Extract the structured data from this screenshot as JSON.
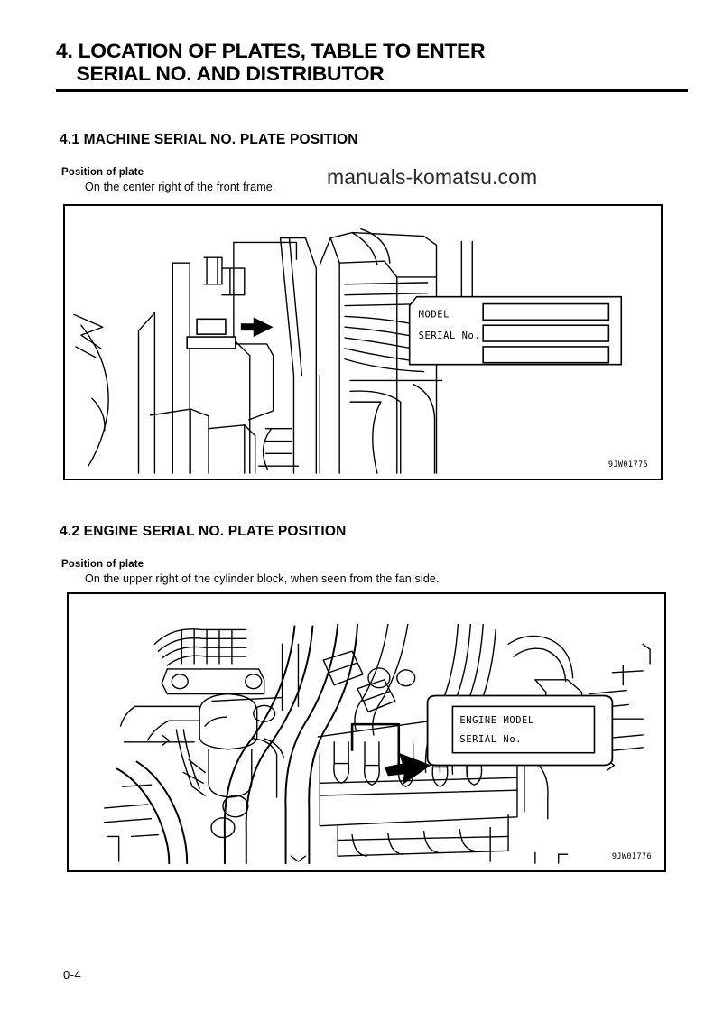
{
  "document": {
    "title_line_1": "4. LOCATION OF PLATES, TABLE TO ENTER",
    "title_line_2": "SERIAL NO. AND DISTRIBUTOR",
    "page_number": "0-4",
    "watermark": "manuals-komatsu.com"
  },
  "sections": [
    {
      "heading": "4.1  MACHINE SERIAL NO. PLATE POSITION",
      "position_label": "Position of plate",
      "position_text": "On the center right of the front frame.",
      "figure": {
        "code": "9JW01775",
        "plate": {
          "fields": [
            "MODEL",
            "SERIAL No."
          ],
          "blank_boxes": 3
        },
        "callout": "arrow-pointing-to-plate"
      }
    },
    {
      "heading": "4.2  ENGINE SERIAL NO. PLATE POSITION",
      "position_label": "Position of plate",
      "position_text": "On the upper right of the cylinder block, when seen from the fan side.",
      "figure": {
        "code": "9JW01776",
        "plate": {
          "fields": [
            "ENGINE MODEL",
            "SERIAL No."
          ],
          "blank_boxes": 0
        },
        "callout": "arrow-pointing-to-plate"
      }
    }
  ]
}
